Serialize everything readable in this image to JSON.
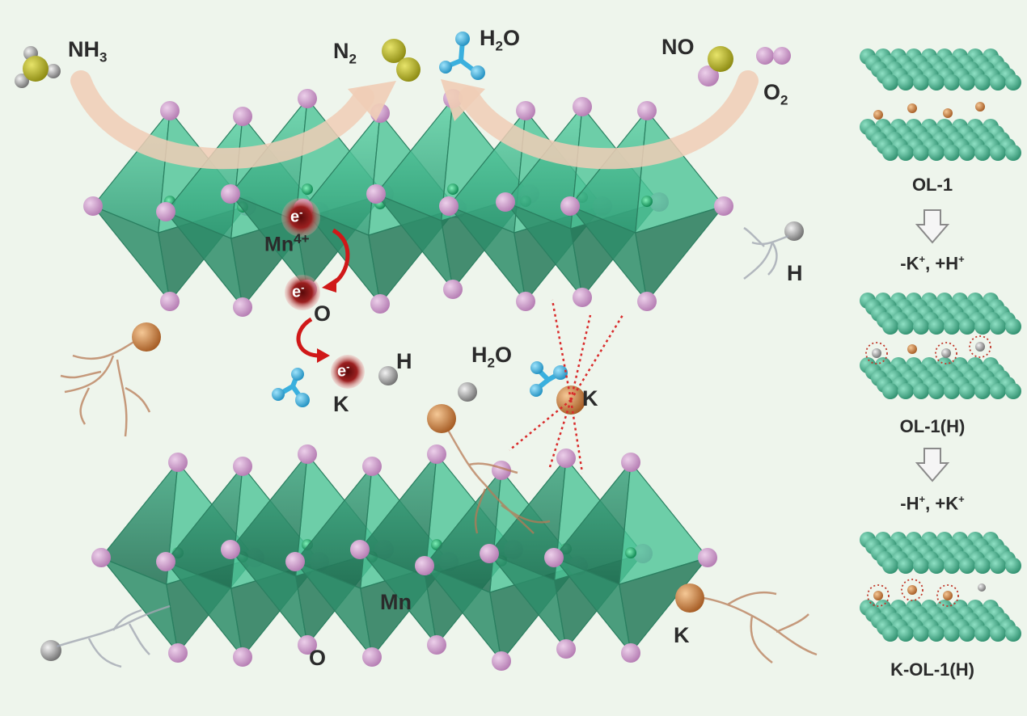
{
  "molecules": {
    "nh3": {
      "main": "NH",
      "sub": "3"
    },
    "n2": {
      "main": "N",
      "sub": "2"
    },
    "h2o_top": {
      "pre": "H",
      "sub": "2",
      "post": "O"
    },
    "no": "NO",
    "o2": {
      "main": "O",
      "sub": "2"
    },
    "h2o_mid": {
      "pre": "H",
      "sub": "2",
      "post": "O"
    }
  },
  "atoms": {
    "mn4": {
      "main": "Mn",
      "sup": "4+"
    },
    "o_mid": "O",
    "k_electron": "K",
    "h_mid": "H",
    "k_right": "K",
    "h_right": "H",
    "mn_bottom": "Mn",
    "o_bottom": "O",
    "k_bottom": "K"
  },
  "electron": {
    "main": "e",
    "sup": "-"
  },
  "side_panel": {
    "label_1": "OL-1",
    "step_1": {
      "a": "-K",
      "a_sup": "+",
      "sep": ", ",
      "b": "+H",
      "b_sup": "+"
    },
    "label_2": "OL-1(H)",
    "step_2": {
      "a": "-H",
      "a_sup": "+",
      "sep": ", ",
      "b": "+K",
      "b_sup": "+"
    },
    "label_3": "K-OL-1(H)"
  },
  "colors": {
    "background": "#eef5ec",
    "octahedron": "#3fa882",
    "oxygen": "#c48ec2",
    "potassium": "#c47a3c",
    "hydrogen": "#8f8f8f",
    "water": "#3ab0de",
    "nitrogen": "#b3b022",
    "electron": "#8b1a1a",
    "arrow": "#f0cdb6",
    "dotted_line": "#d92b2b"
  }
}
